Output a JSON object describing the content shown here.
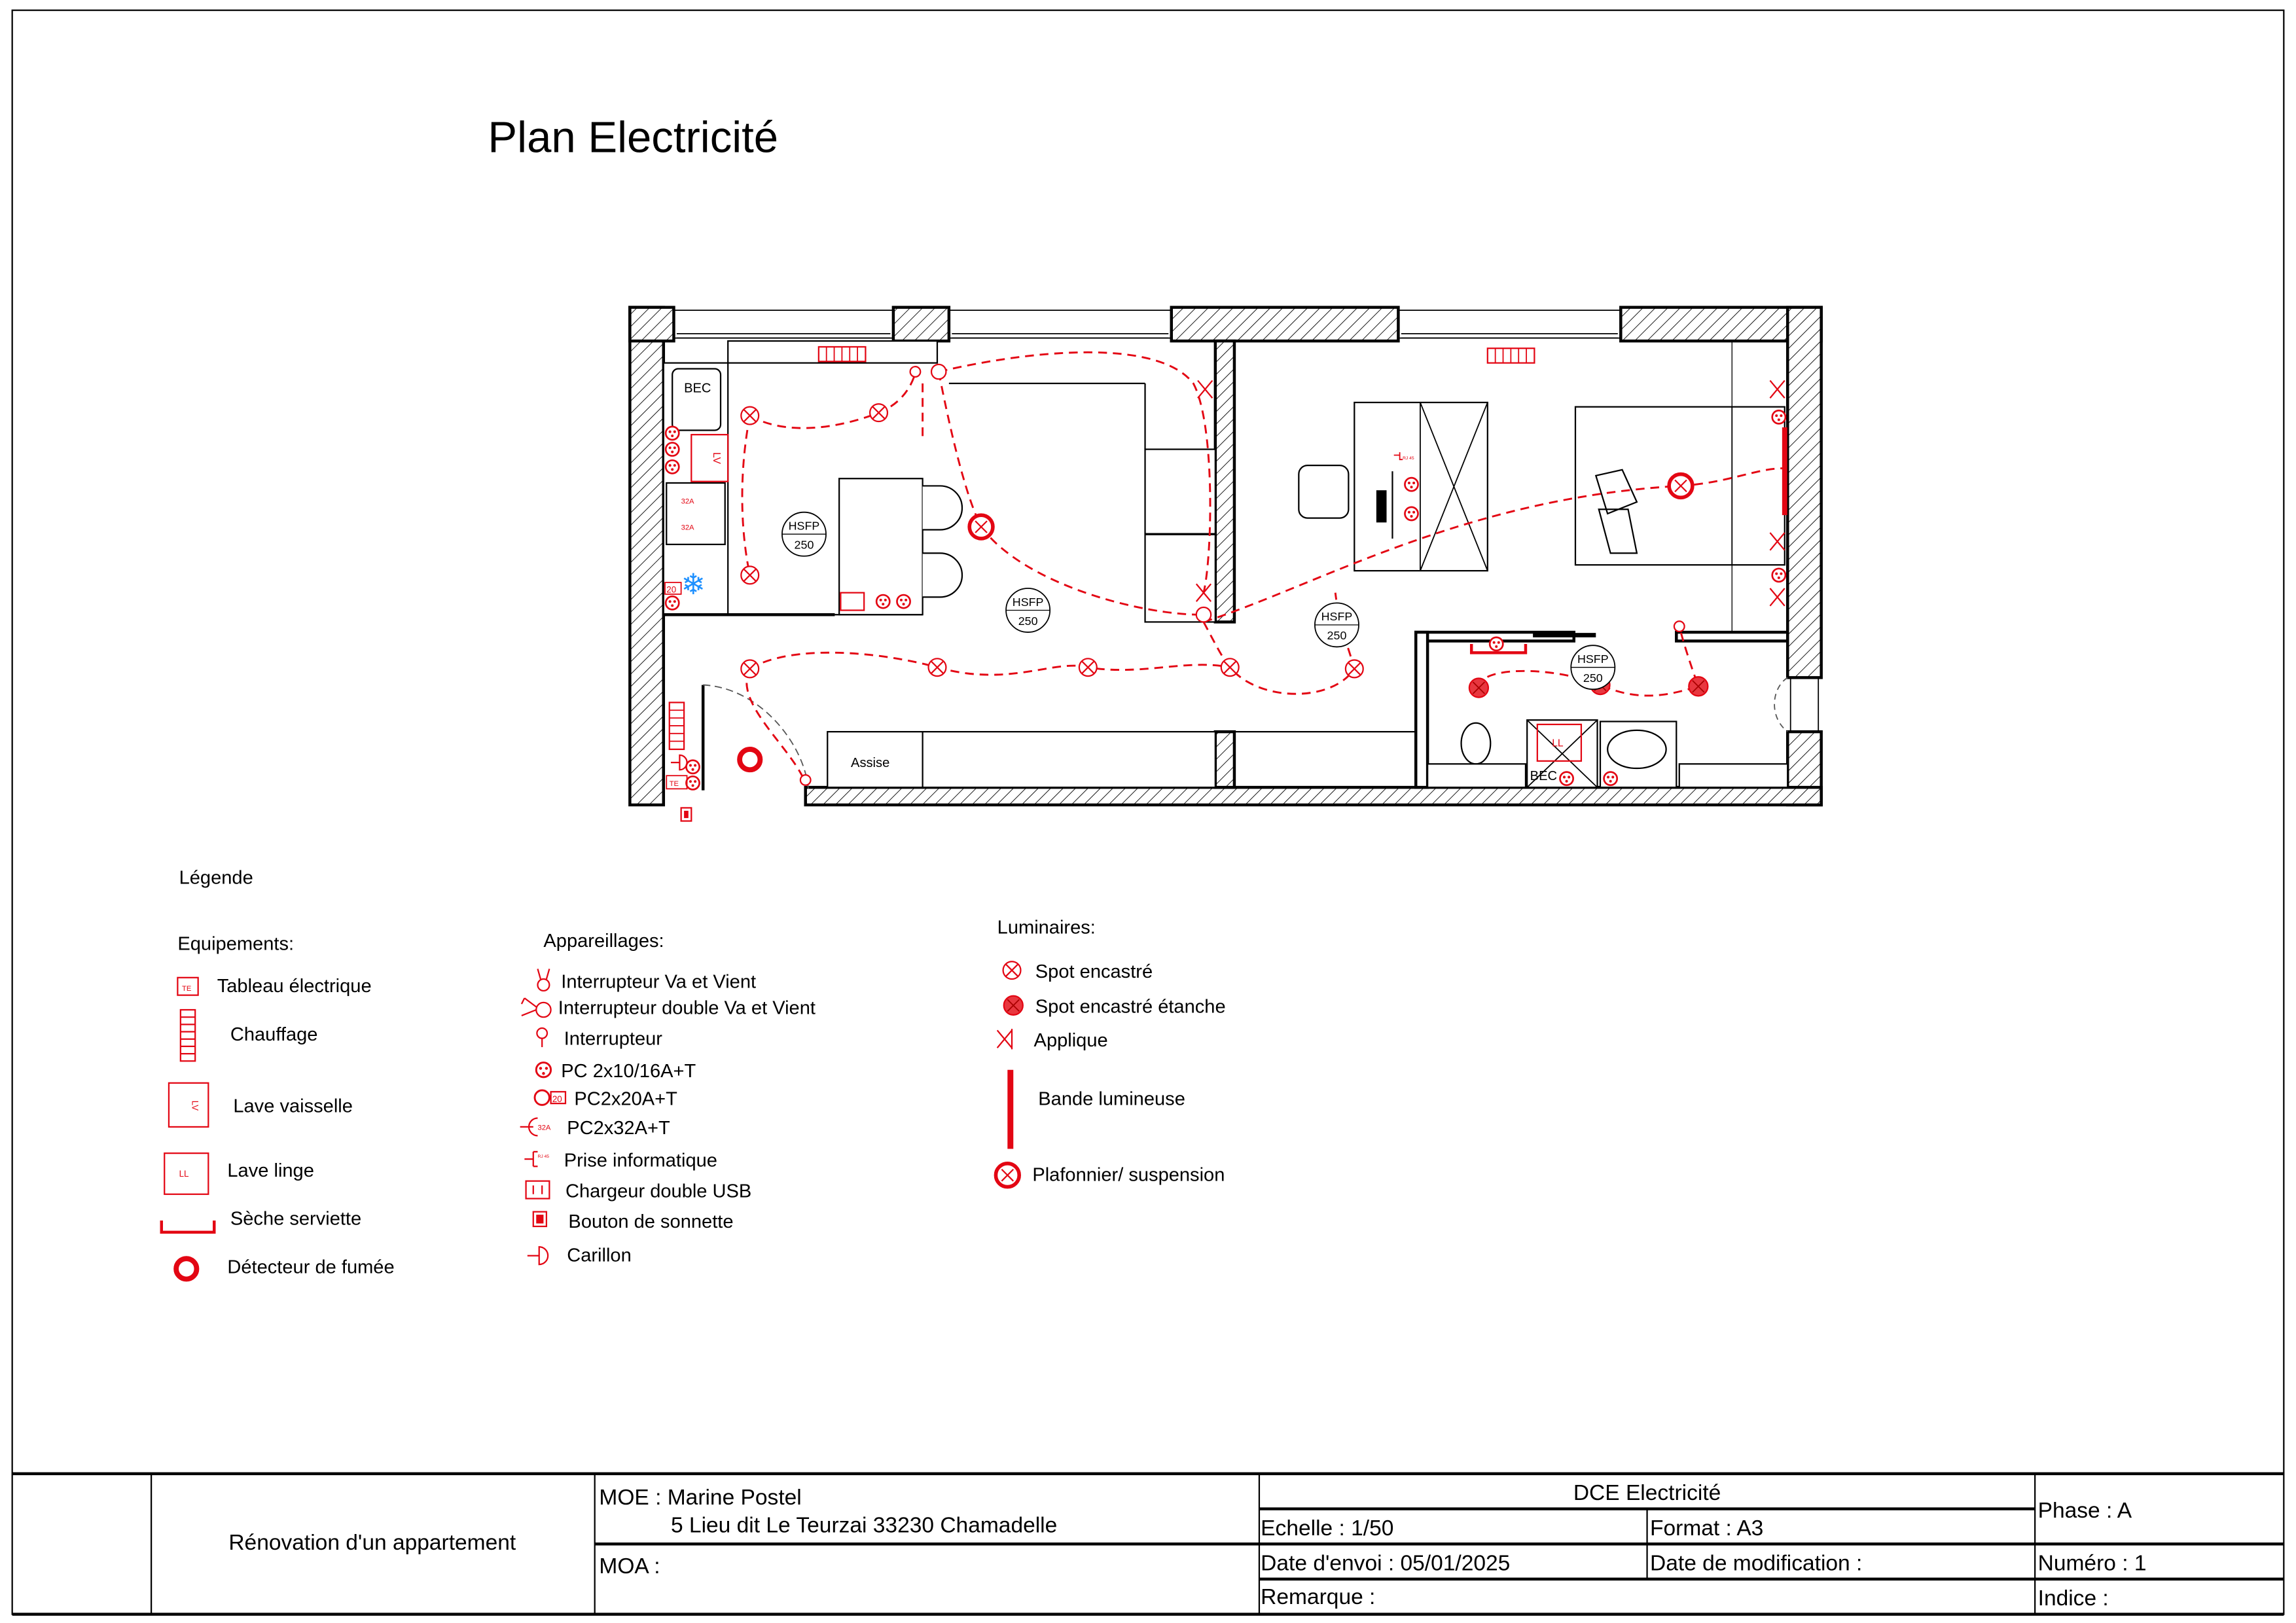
{
  "title": "Plan Electricité",
  "colors": {
    "electric": "#e30613",
    "ink": "#000000",
    "frost": "#1e90ff"
  },
  "plan_labels": {
    "bec": "BEC",
    "bec_bath": "BEC",
    "hsfp": "HSFP",
    "hsfp_value": "250",
    "assise": "Assise",
    "lv": "LV",
    "ll": "LL",
    "a32": "32A",
    "p20": "20",
    "te": "TE",
    "rj45": "RJ 45"
  },
  "legend": {
    "title": "Légende",
    "equipements": {
      "heading": "Equipements:",
      "items": [
        "Tableau électrique",
        "Chauffage",
        "Lave vaisselle",
        "Lave linge",
        "Sèche serviette",
        "Détecteur de fumée"
      ],
      "icon_text": {
        "te": "TE",
        "lv": "LV",
        "ll": "LL"
      }
    },
    "appareillages": {
      "heading": "Appareillages:",
      "items": [
        "Interrupteur Va et Vient",
        "Interrupteur double Va et Vient",
        "Interrupteur",
        "PC 2x10/16A+T",
        "PC2x20A+T",
        "PC2x32A+T",
        "Prise informatique",
        "Chargeur double USB",
        "Bouton de sonnette",
        "Carillon"
      ],
      "icon_text": {
        "p20": "20",
        "a32": "32A",
        "rj45": "RJ 45"
      }
    },
    "luminaires": {
      "heading": "Luminaires:",
      "items": [
        "Spot encastré",
        "Spot encastré étanche",
        "Applique",
        "Bande lumineuse",
        "Plafonnier/ suspension"
      ]
    }
  },
  "title_block": {
    "project": "Rénovation d'un appartement",
    "moe": "MOE : Marine Postel",
    "moe_address": "5 Lieu dit Le Teurzai 33230 Chamadelle",
    "moa": "MOA :",
    "document": "DCE Electricité",
    "scale": "Echelle : 1/50",
    "format": "Format : A3",
    "send_date": "Date d'envoi : 05/01/2025",
    "modification_date": "Date de modification :",
    "remark": "Remarque :",
    "phase": "Phase : A",
    "number": "Numéro : 1",
    "index": "Indice :"
  }
}
